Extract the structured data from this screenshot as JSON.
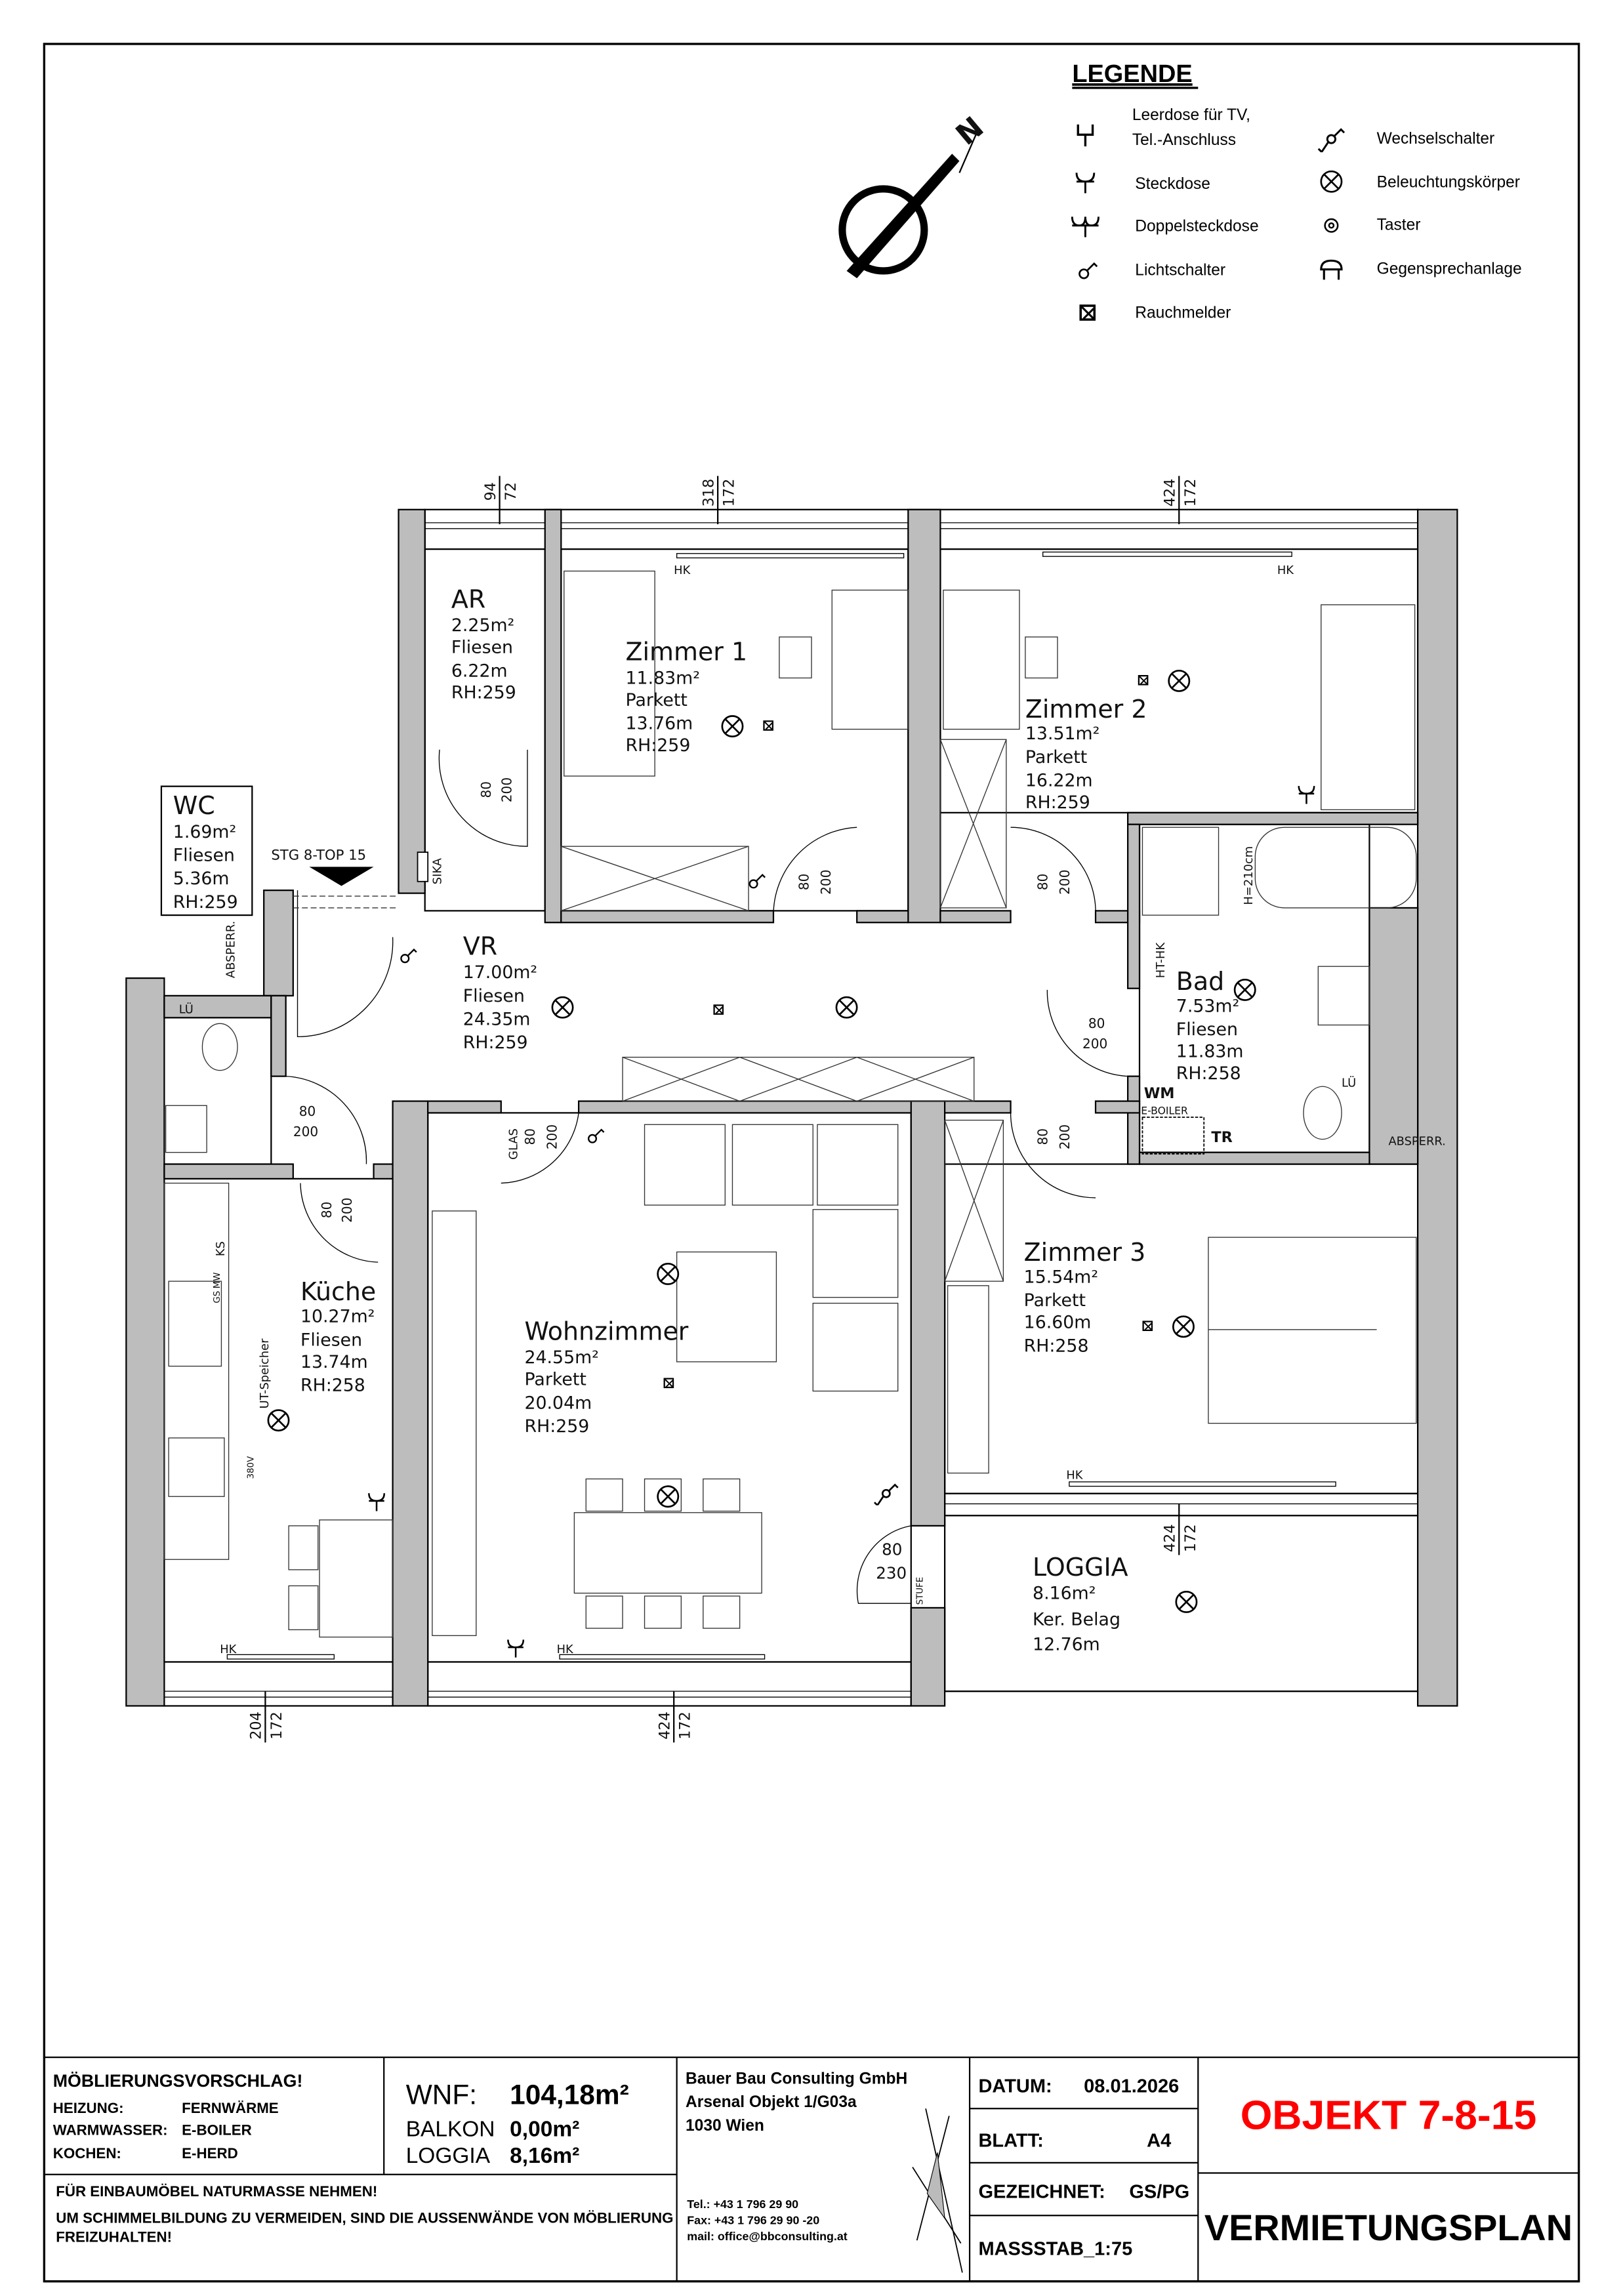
{
  "legend": {
    "title": "LEGENDE",
    "items": [
      {
        "icon": "tv-outlet-icon",
        "label_1": "Leerdose für TV,",
        "label_2": "Tel.-Anschluss"
      },
      {
        "icon": "socket-icon",
        "label": "Steckdose"
      },
      {
        "icon": "double-socket-icon",
        "label": "Doppelsteckdose"
      },
      {
        "icon": "light-switch-icon",
        "label": "Lichtschalter"
      },
      {
        "icon": "smoke-detector-icon",
        "label": "Rauchmelder"
      },
      {
        "icon": "two-way-switch-icon",
        "label": "Wechselschalter"
      },
      {
        "icon": "light-fixture-icon",
        "label": "Beleuchtungskörper"
      },
      {
        "icon": "push-button-icon",
        "label": "Taster"
      },
      {
        "icon": "intercom-icon",
        "label": "Gegensprechanlage"
      }
    ]
  },
  "compass": {
    "label": "N"
  },
  "rooms": {
    "ar": {
      "name": "AR",
      "area": "2.25m²",
      "floor": "Fliesen",
      "perimeter": "6.22m",
      "height": "RH:259"
    },
    "wc": {
      "name": "WC",
      "area": "1.69m²",
      "floor": "Fliesen",
      "perimeter": "5.36m",
      "height": "RH:259"
    },
    "zimmer1": {
      "name": "Zimmer 1",
      "area": "11.83m²",
      "floor": "Parkett",
      "perimeter": "13.76m",
      "height": "RH:259"
    },
    "zimmer2": {
      "name": "Zimmer 2",
      "area": "13.51m²",
      "floor": "Parkett",
      "perimeter": "16.22m",
      "height": "RH:259"
    },
    "vr": {
      "name": "VR",
      "area": "17.00m²",
      "floor": "Fliesen",
      "perimeter": "24.35m",
      "height": "RH:259"
    },
    "bad": {
      "name": "Bad",
      "area": "7.53m²",
      "floor": "Fliesen",
      "perimeter": "11.83m",
      "height": "RH:258"
    },
    "kueche": {
      "name": "Küche",
      "area": "10.27m²",
      "floor": "Fliesen",
      "perimeter": "13.74m",
      "height": "RH:258"
    },
    "wohnzimmer": {
      "name": "Wohnzimmer",
      "area": "24.55m²",
      "floor": "Parkett",
      "perimeter": "20.04m",
      "height": "RH:259"
    },
    "zimmer3": {
      "name": "Zimmer 3",
      "area": "15.54m²",
      "floor": "Parkett",
      "perimeter": "16.60m",
      "height": "RH:258"
    },
    "loggia": {
      "name": "LOGGIA",
      "area": "8.16m²",
      "floor": "Ker. Belag",
      "perimeter": "12.76m"
    }
  },
  "windows": [
    {
      "sill": "94",
      "height": "72"
    },
    {
      "sill": "318",
      "height": "172"
    },
    {
      "sill": "424",
      "height": "172"
    },
    {
      "sill": "204",
      "height": "172"
    },
    {
      "sill": "424",
      "height": "172"
    },
    {
      "sill": "424",
      "height": "172"
    }
  ],
  "doors": {
    "w": "80",
    "h": "200",
    "h_entry": "230"
  },
  "annotations": {
    "entry": "STG 8-TOP 15",
    "sika": "SIKA",
    "absperr": "ABSPERR.",
    "lue": "LÜ",
    "hk": "HK",
    "ht_hk": "HT-HK",
    "tub_height": "H=210cm",
    "wm": "WM",
    "boiler": "E-BOILER",
    "tr": "TR",
    "glas": "GLAS",
    "stufe": "STUFE",
    "ks": "KS",
    "mw": "MW",
    "gs": "GS",
    "ut_speicher": "UT-Speicher",
    "v380": "380V"
  },
  "title_block": {
    "furnishing_heading": "MÖBLIERUNGSVORSCHLAG!",
    "heating_label": "HEIZUNG:",
    "heating_value": "FERNWÄRME",
    "water_label": "WARMWASSER:",
    "water_value": "E-BOILER",
    "cooking_label": "KOCHEN:",
    "cooking_value": "E-HERD",
    "wnf_label": "WNF:",
    "wnf_value": "104,18m²",
    "balkon_label": "BALKON",
    "balkon_value": "0,00m²",
    "loggia_label": "LOGGIA",
    "loggia_value": "8,16m²",
    "note_1": "FÜR EINBAUMÖBEL NATURMASSE NEHMEN!",
    "note_2": "UM SCHIMMELBILDUNG ZU VERMEIDEN, SIND DIE AUSSENWÄNDE VON MÖBLIERUNG",
    "note_3": "FREIZUHALTEN!",
    "company": "Bauer Bau Consulting GmbH",
    "address_1": "Arsenal Objekt 1/G03a",
    "address_2": "1030 Wien",
    "tel": "Tel.: +43 1 796 29 90",
    "fax": "Fax: +43 1 796 29 90 -20",
    "mail": "mail: office@bbconsulting.at",
    "datum_label": "DATUM:",
    "datum_value": "08.01.2026",
    "blatt_label": "BLATT:",
    "blatt_value": "A4",
    "gezeichnet_label": "GEZEICHNET:",
    "gezeichnet_value": "GS/PG",
    "massstab": "MASSSTAB_1:75",
    "objekt": "OBJEKT 7-8-15",
    "plan_type": "VERMIETUNGSPLAN",
    "objekt_color": "#ff0000"
  }
}
